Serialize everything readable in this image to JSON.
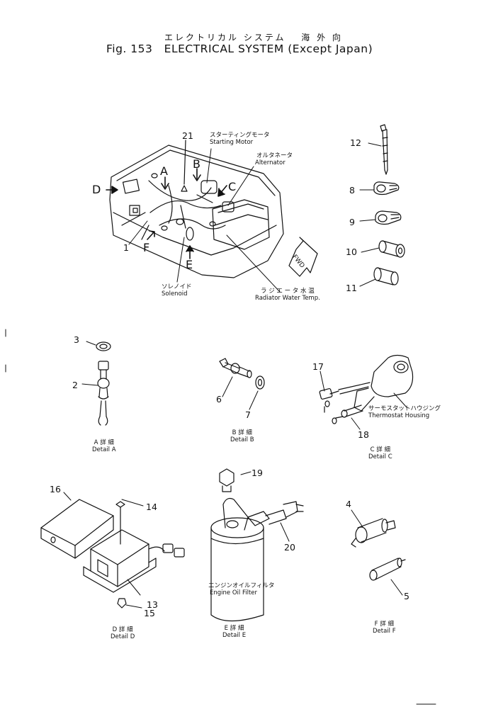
{
  "title": {
    "jp": "エレクトリカル システム　 海 外 向",
    "fig": "Fig. 153",
    "text": "ELECTRICAL SYSTEM (Except Japan)"
  },
  "views": {
    "A": "A",
    "B": "B",
    "C": "C",
    "D": "D",
    "E": "E",
    "F": "F"
  },
  "fwd": "FWD",
  "callouts": {
    "starting_motor_jp": "スターティングモータ",
    "starting_motor": "Starting Motor",
    "alternator_jp": "オルタネータ",
    "alternator": "Alternator",
    "solenoid_jp": "ソレノイド",
    "solenoid": "Solenoid",
    "radiator_jp": "ラ ジ エ ー タ 水 温",
    "radiator": "Radiator Water Temp.",
    "thermostat_jp": "サーモスタットハウジング",
    "thermostat": "Thermostat Housing",
    "oil_filter_jp": "エンジンオイルフィルタ",
    "oil_filter": "Engine Oil Filter"
  },
  "parts": {
    "p1": "1",
    "p2": "2",
    "p3": "3",
    "p4": "4",
    "p5": "5",
    "p6": "6",
    "p7": "7",
    "p8": "8",
    "p9": "9",
    "p10": "10",
    "p11": "11",
    "p12": "12",
    "p13": "13",
    "p14": "14",
    "p15": "15",
    "p16": "16",
    "p17": "17",
    "p18": "18",
    "p19": "19",
    "p20": "20",
    "p21": "21"
  },
  "details": {
    "A_jp": "A 詳 細",
    "A": "Detail A",
    "B_jp": "B 詳 細",
    "B": "Detail B",
    "C_jp": "C 詳 細",
    "C": "Detail C",
    "D_jp": "D 詳 細",
    "D": "Detail D",
    "E_jp": "E 詳 細",
    "E": "Detail E",
    "F_jp": "F 詳 細",
    "F": "Detail F"
  }
}
